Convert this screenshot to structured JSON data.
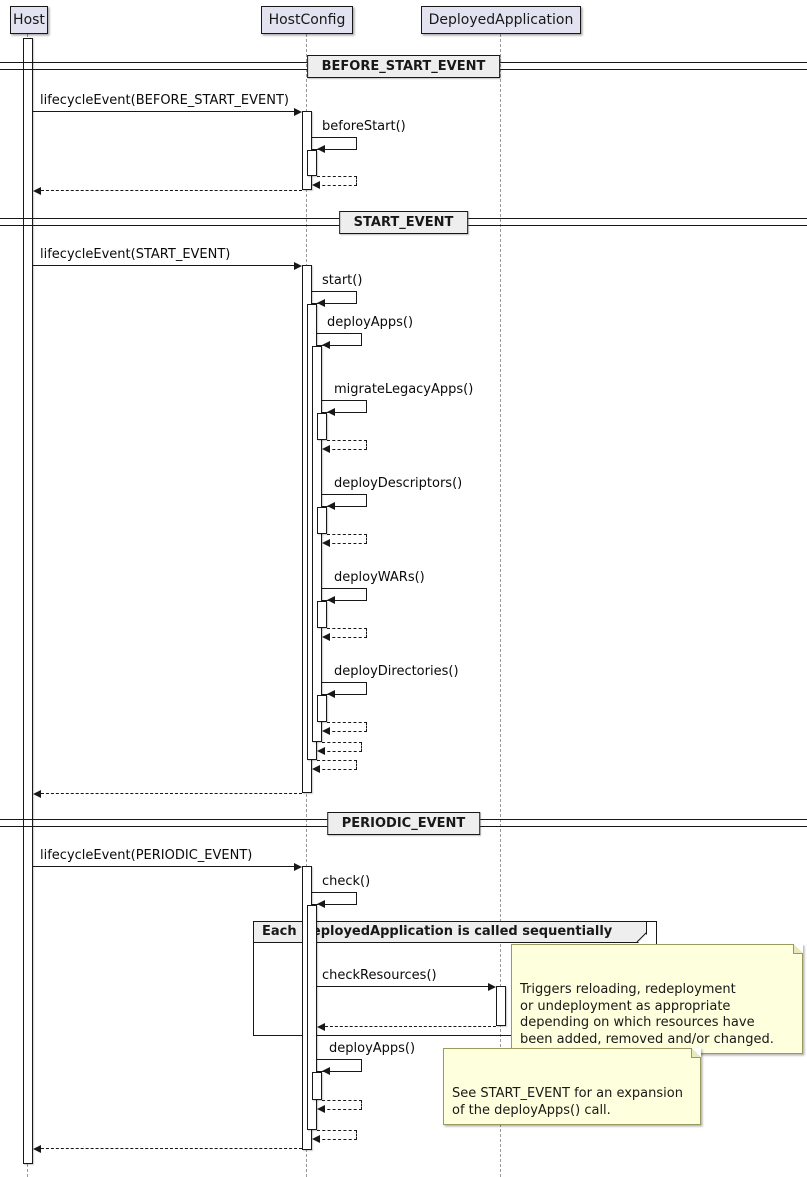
{
  "participants": [
    {
      "label": "Host"
    },
    {
      "label": "HostConfig"
    },
    {
      "label": "DeployedApplication"
    }
  ],
  "dividers": [
    {
      "label": "BEFORE_START_EVENT"
    },
    {
      "label": "START_EVENT"
    },
    {
      "label": "PERIODIC_EVENT"
    }
  ],
  "messages": {
    "lifecycle_before_start": "lifecycleEvent(BEFORE_START_EVENT)",
    "before_start": "beforeStart()",
    "lifecycle_start": "lifecycleEvent(START_EVENT)",
    "start": "start()",
    "deploy_apps": "deployApps()",
    "migrate_legacy_apps": "migrateLegacyApps()",
    "deploy_descriptors": "deployDescriptors()",
    "deploy_wars": "deployWARs()",
    "deploy_directories": "deployDirectories()",
    "lifecycle_periodic": "lifecycleEvent(PERIODIC_EVENT)",
    "check": "check()",
    "check_resources": "checkResources()",
    "deploy_apps_periodic": "deployApps()"
  },
  "group": {
    "title": "Each DeployedApplication is called sequentially"
  },
  "notes": {
    "check_resources": "Triggers reloading, redeployment\nor undeployment as appropriate\ndepending on which resources have\nbeen added, removed and/or changed.",
    "deploy_apps": "See START_EVENT for an expansion\nof the deployApps() call."
  },
  "colors": {
    "participant_fill": "#E2E2F0",
    "border": "#181818",
    "divider_fill": "#EEEEEE",
    "group_header_fill": "#EEEEEE",
    "note_fill": "#FEFFDD",
    "note_border": "#9A9A5E",
    "lifeline": "#999999",
    "activation_fill": "#FFFFFF"
  }
}
